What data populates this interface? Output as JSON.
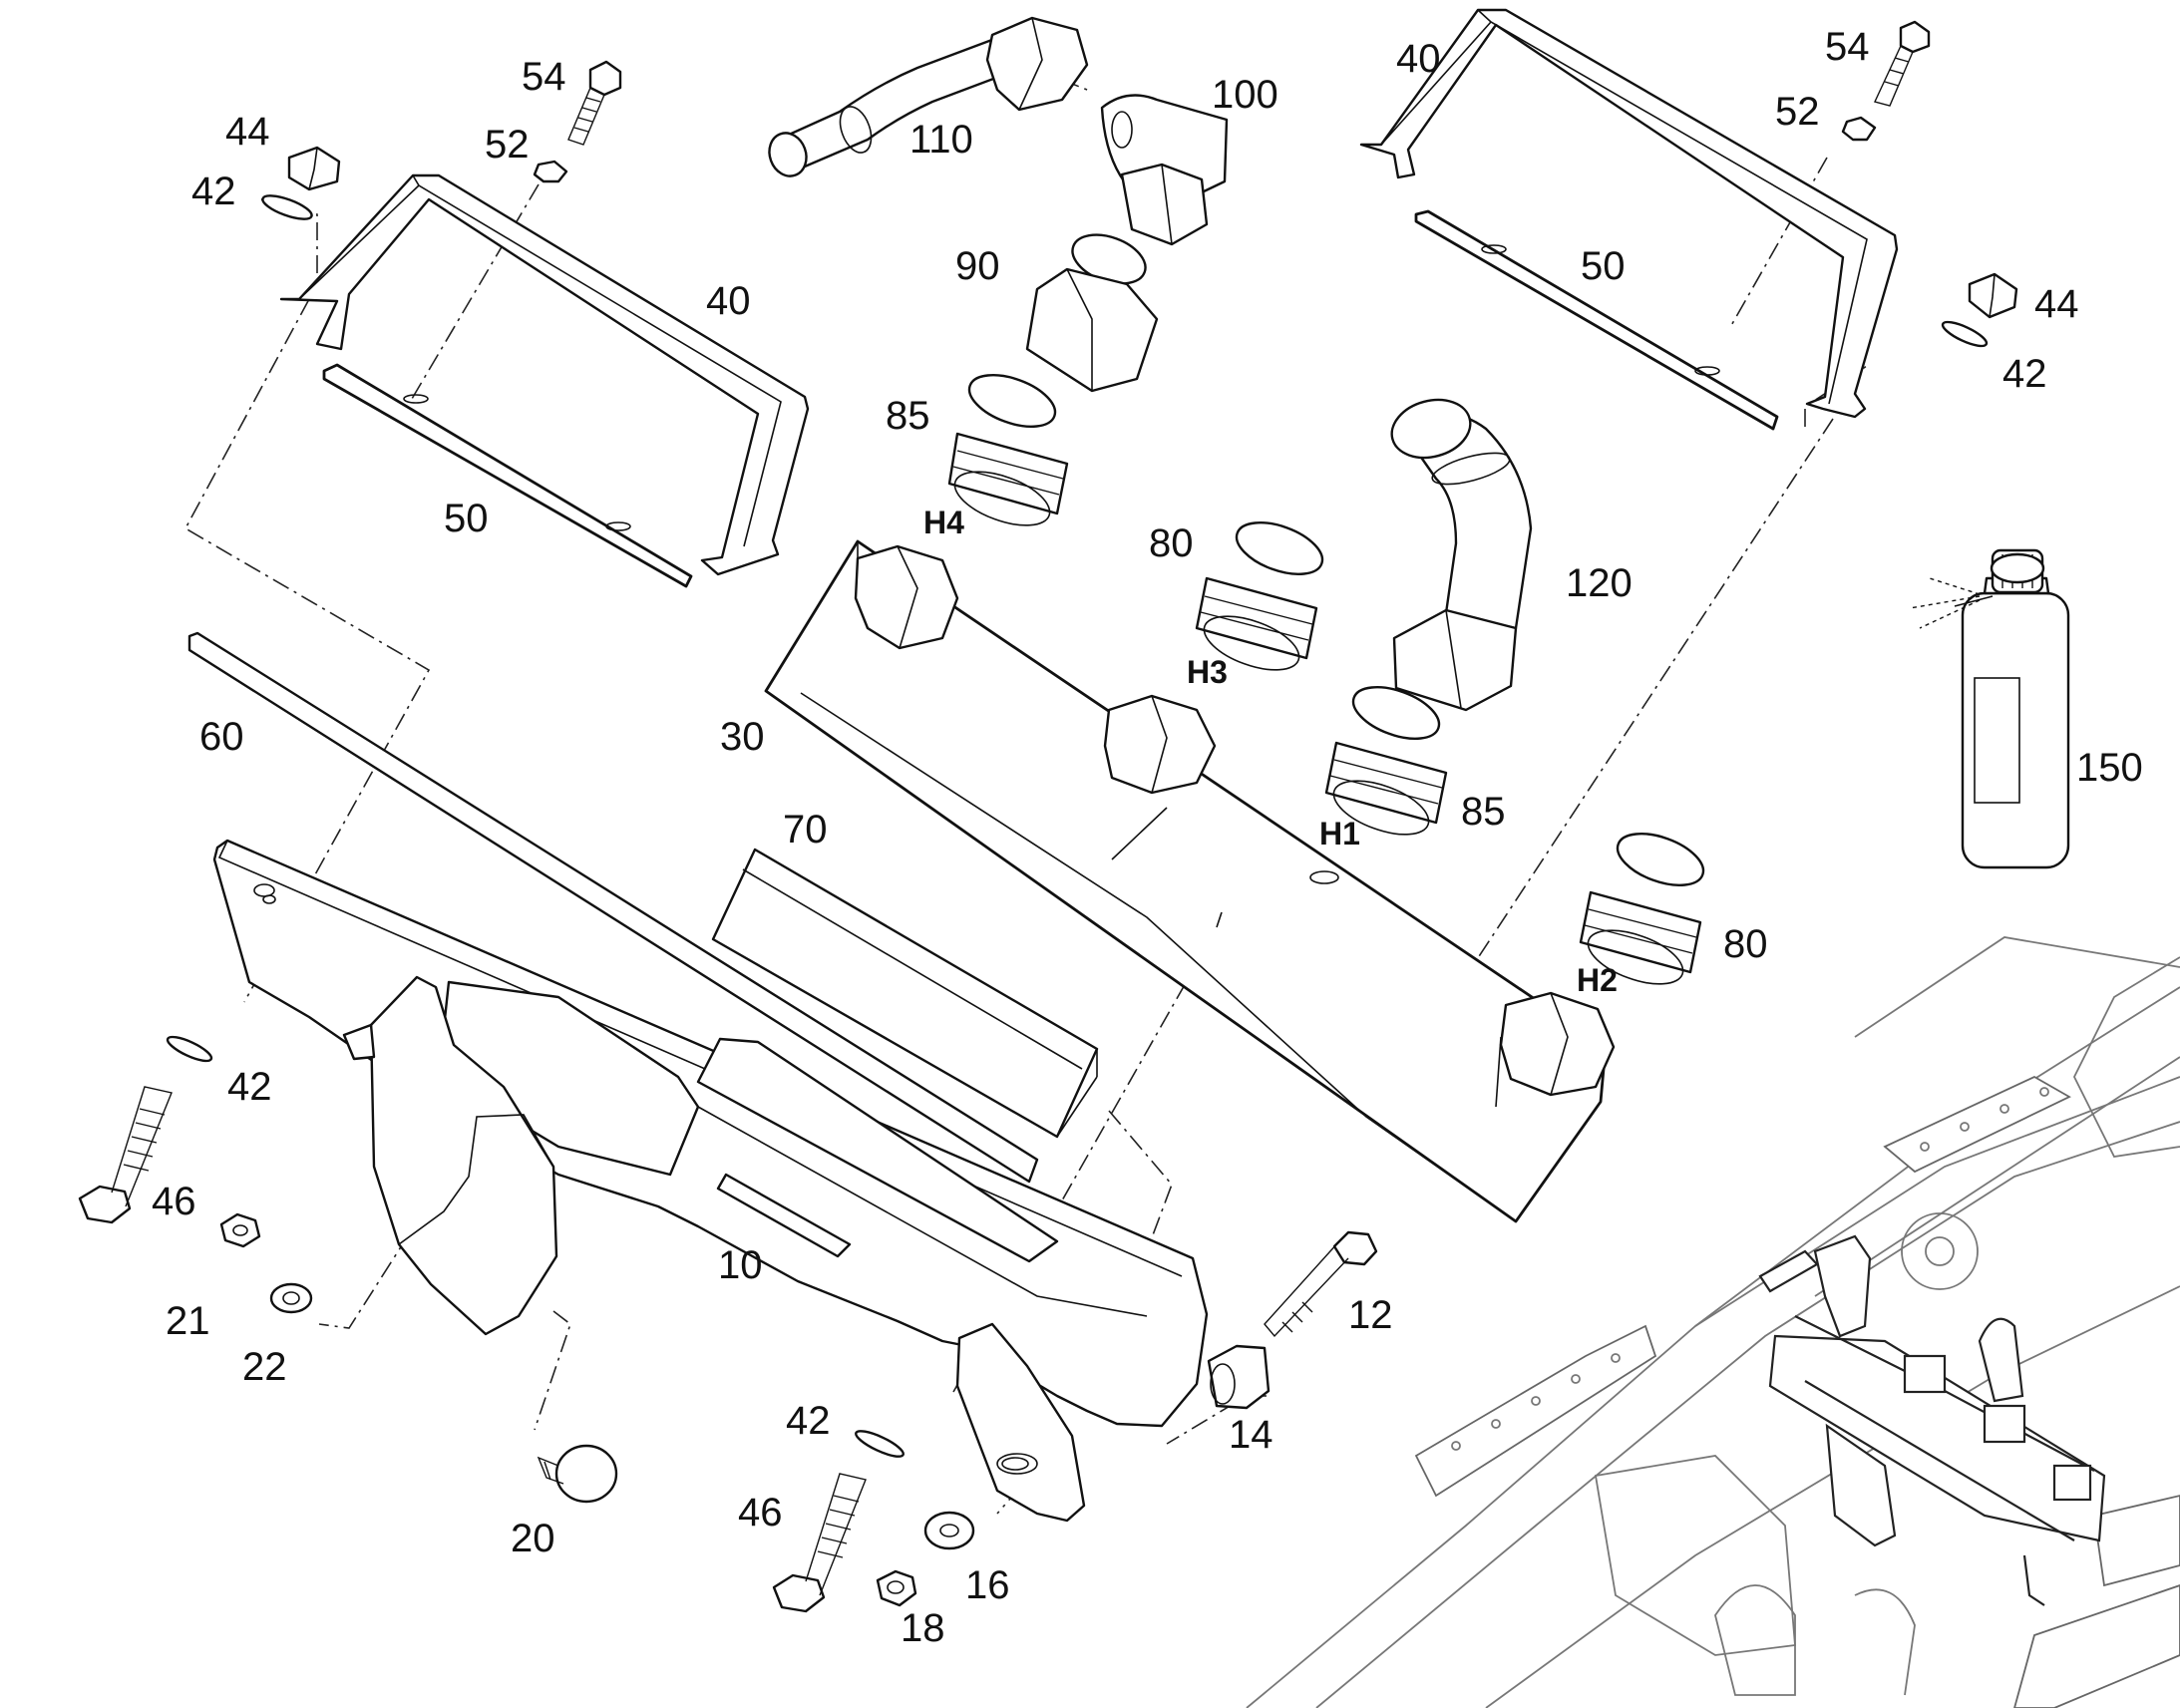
{
  "colors": {
    "line": "#111111",
    "background": "#ffffff",
    "inset": "#777777"
  },
  "callouts": {
    "c10": "10",
    "c12": "12",
    "c14": "14",
    "c16": "16",
    "c18": "18",
    "c20": "20",
    "c21": "21",
    "c22": "22",
    "c30": "30",
    "c40a": "40",
    "c40b": "40",
    "c42a": "42",
    "c42b": "42",
    "c42c": "42",
    "c42d": "42",
    "c44a": "44",
    "c44b": "44",
    "c46a": "46",
    "c46b": "46",
    "c50a": "50",
    "c50b": "50",
    "c52a": "52",
    "c52b": "52",
    "c54a": "54",
    "c54b": "54",
    "c60": "60",
    "c70": "70",
    "c80a": "80",
    "c80b": "80",
    "c85a": "85",
    "c85b": "85",
    "c90": "90",
    "c100": "100",
    "c110": "110",
    "c120": "120",
    "c150": "150"
  },
  "ports": {
    "h1": "H1",
    "h2": "H2",
    "h3": "H3",
    "h4": "H4"
  }
}
